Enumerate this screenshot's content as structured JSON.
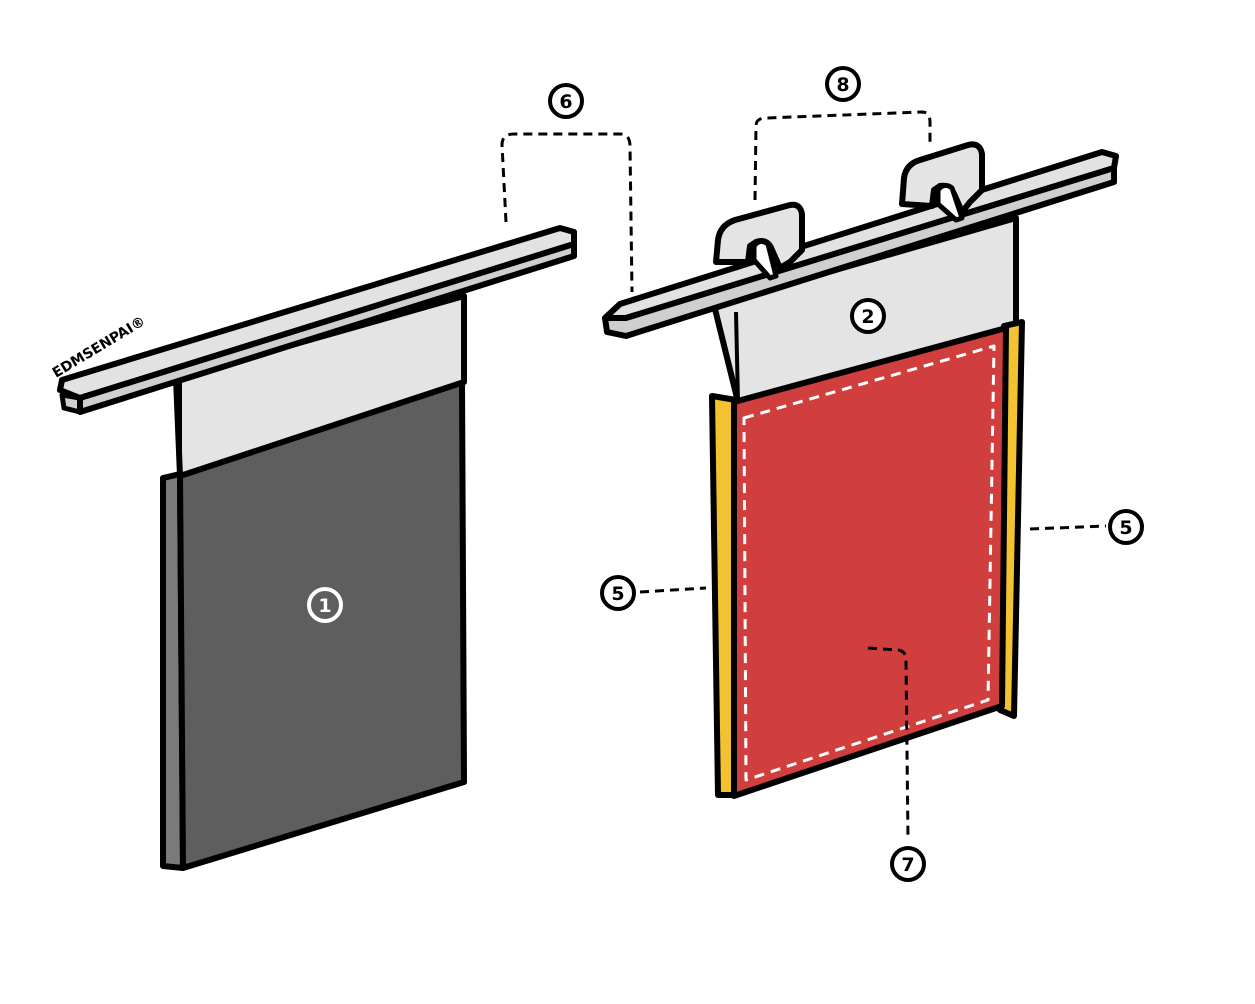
{
  "watermark": "EDMSENPAI®",
  "callouts": {
    "c1": "1",
    "c2": "2",
    "c5_left": "5",
    "c5_right": "5",
    "c6": "6",
    "c7": "7",
    "c8": "8"
  },
  "colors": {
    "outline": "#000000",
    "rod": "#e2e2e2",
    "header_strip": "#e4e4e4",
    "panel_dark": "#5e5e5e",
    "panel_dark_edge": "#7a7a7a",
    "panel_red": "#d03e3d",
    "stitch": "#ffffff",
    "side_strip": "#f2c230"
  }
}
